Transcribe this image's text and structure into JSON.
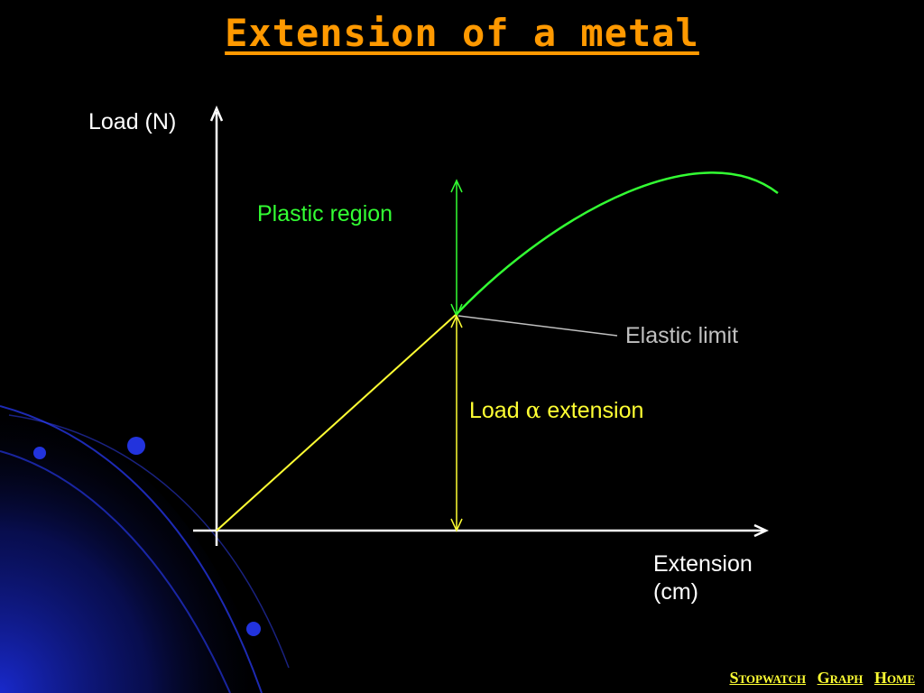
{
  "slide": {
    "title": "Extension of a metal"
  },
  "axes": {
    "y_label": "Load (N)",
    "x_label_line1": "Extension",
    "x_label_line2": "(cm)"
  },
  "annotations": {
    "plastic_region": "Plastic region",
    "elastic_limit": "Elastic limit",
    "proportional_prefix": "Load ",
    "proportional_symbol": "α",
    "proportional_suffix": " extension"
  },
  "nav": {
    "stopwatch": "Stopwatch",
    "graph": "Graph",
    "home": "Home"
  },
  "colors": {
    "background": "#000000",
    "title": "#ff9900",
    "axes": "#ffffff",
    "elastic_line": "#ffff33",
    "plastic_curve": "#33ff33",
    "elastic_limit_text": "#c0c0c0",
    "nav_links": "#ffff33",
    "decor_blue": "#1a2bd6"
  }
}
